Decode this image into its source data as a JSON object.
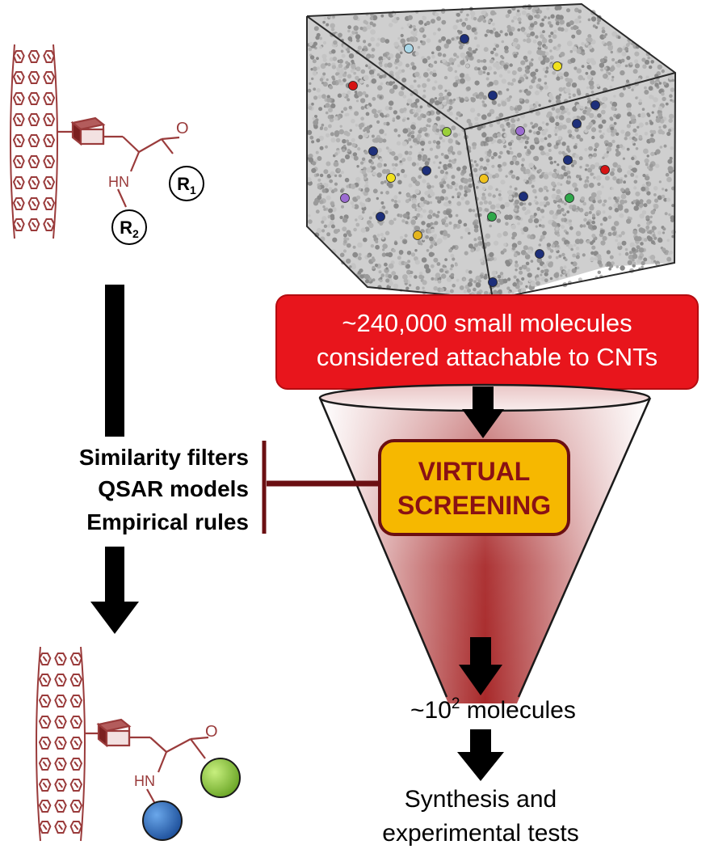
{
  "library_box": {
    "line1": "~240,000 small molecules",
    "line2": "considered attachable to CNTs"
  },
  "screening_box": {
    "line1": "VIRTUAL",
    "line2": "SCREENING"
  },
  "filters": [
    "Similarity filters",
    "QSAR models",
    "Empirical rules"
  ],
  "result": {
    "prefix": "~10",
    "superscript": "2",
    "suffix": " molecules"
  },
  "final_step": {
    "line1": "Synthesis and",
    "line2": "experimental tests"
  },
  "top_structure": {
    "nh_label": "HN",
    "o_label": "O",
    "r1_base": "R",
    "r1_sub": "1",
    "r2_base": "R",
    "r2_sub": "2"
  },
  "bottom_structure": {
    "nh_label": "HN",
    "o_label": "O",
    "r1_color": "#8cc63f",
    "r2_color": "#2f6fc0"
  },
  "colors": {
    "structure": "#9a3b3b",
    "library_box": "#e8151c",
    "screening_box": "#f6b800",
    "connector": "#6b0f12",
    "arrow": "#000000"
  }
}
